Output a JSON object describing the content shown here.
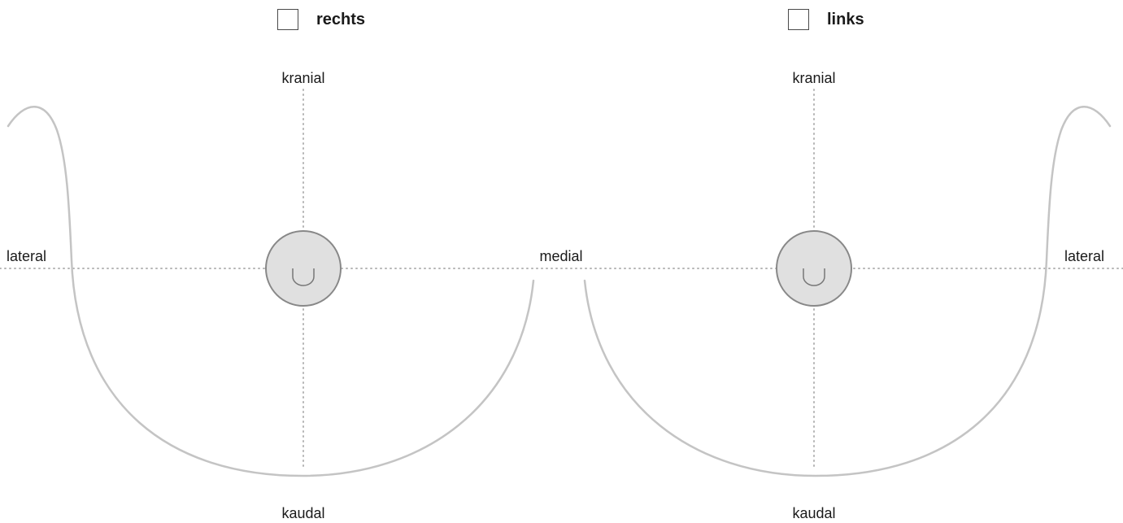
{
  "sides": {
    "right": {
      "checkbox_label": "rechts",
      "top": "kranial",
      "bottom": "kaudal",
      "outer": "lateral"
    },
    "left": {
      "checkbox_label": "links",
      "top": "kranial",
      "bottom": "kaudal",
      "outer": "lateral"
    }
  },
  "center": "medial",
  "colors": {
    "outline": "#c4c4c4",
    "guide_dots": "#b5b5b5",
    "nipple_fill": "#e0e0e0",
    "nipple_stroke": "#888888"
  }
}
